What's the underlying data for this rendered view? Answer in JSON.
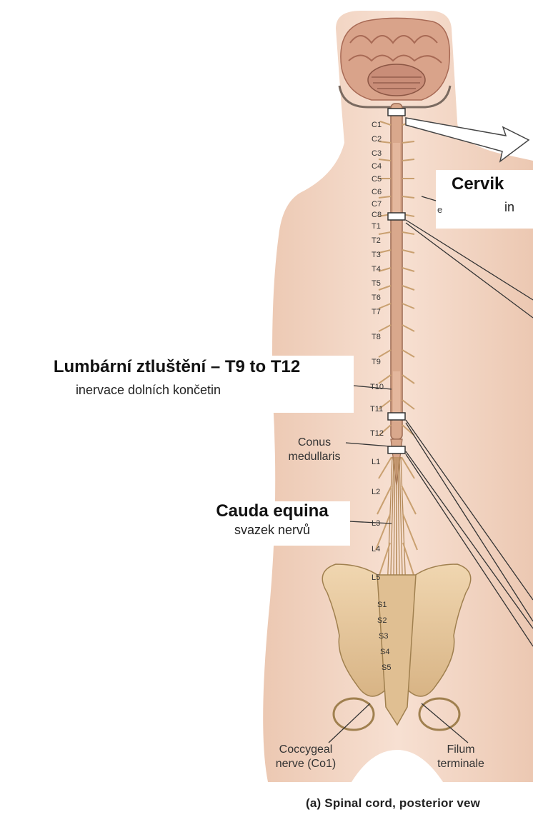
{
  "diagram": {
    "segment_labels": {
      "cervical": [
        "C1",
        "C2",
        "C3",
        "C4",
        "C5",
        "C6",
        "C7",
        "C8"
      ],
      "thoracic": [
        "T1",
        "T2",
        "T3",
        "T4",
        "T5",
        "T6",
        "T7",
        "T8",
        "T9",
        "T10",
        "T11",
        "T12"
      ],
      "lumbar": [
        "L1",
        "L2",
        "L3",
        "L4",
        "L5"
      ],
      "sacral": [
        "S1",
        "S2",
        "S3",
        "S4",
        "S5"
      ]
    },
    "cervical_label": {
      "title": "Cervik",
      "subtitle": "in",
      "fragment": "e"
    },
    "lumbar_label": {
      "title": "Lumbární ztluštění – T9 to T12",
      "subtitle": "inervace dolních končetin"
    },
    "cauda_label": {
      "title": "Cauda equina",
      "subtitle": "svazek nervů"
    },
    "conus_label": "Conus\nmedullaris",
    "coccygeal_label": "Coccygeal\nnerve (Co1)",
    "filum_label": "Filum\nterminale",
    "caption": "(a) Spinal cord, posterior vew",
    "colors": {
      "skin": "#f3d5c2",
      "bone": "#e8c9a0",
      "cord": "#d9a88c",
      "nerve": "#c9a070"
    }
  }
}
